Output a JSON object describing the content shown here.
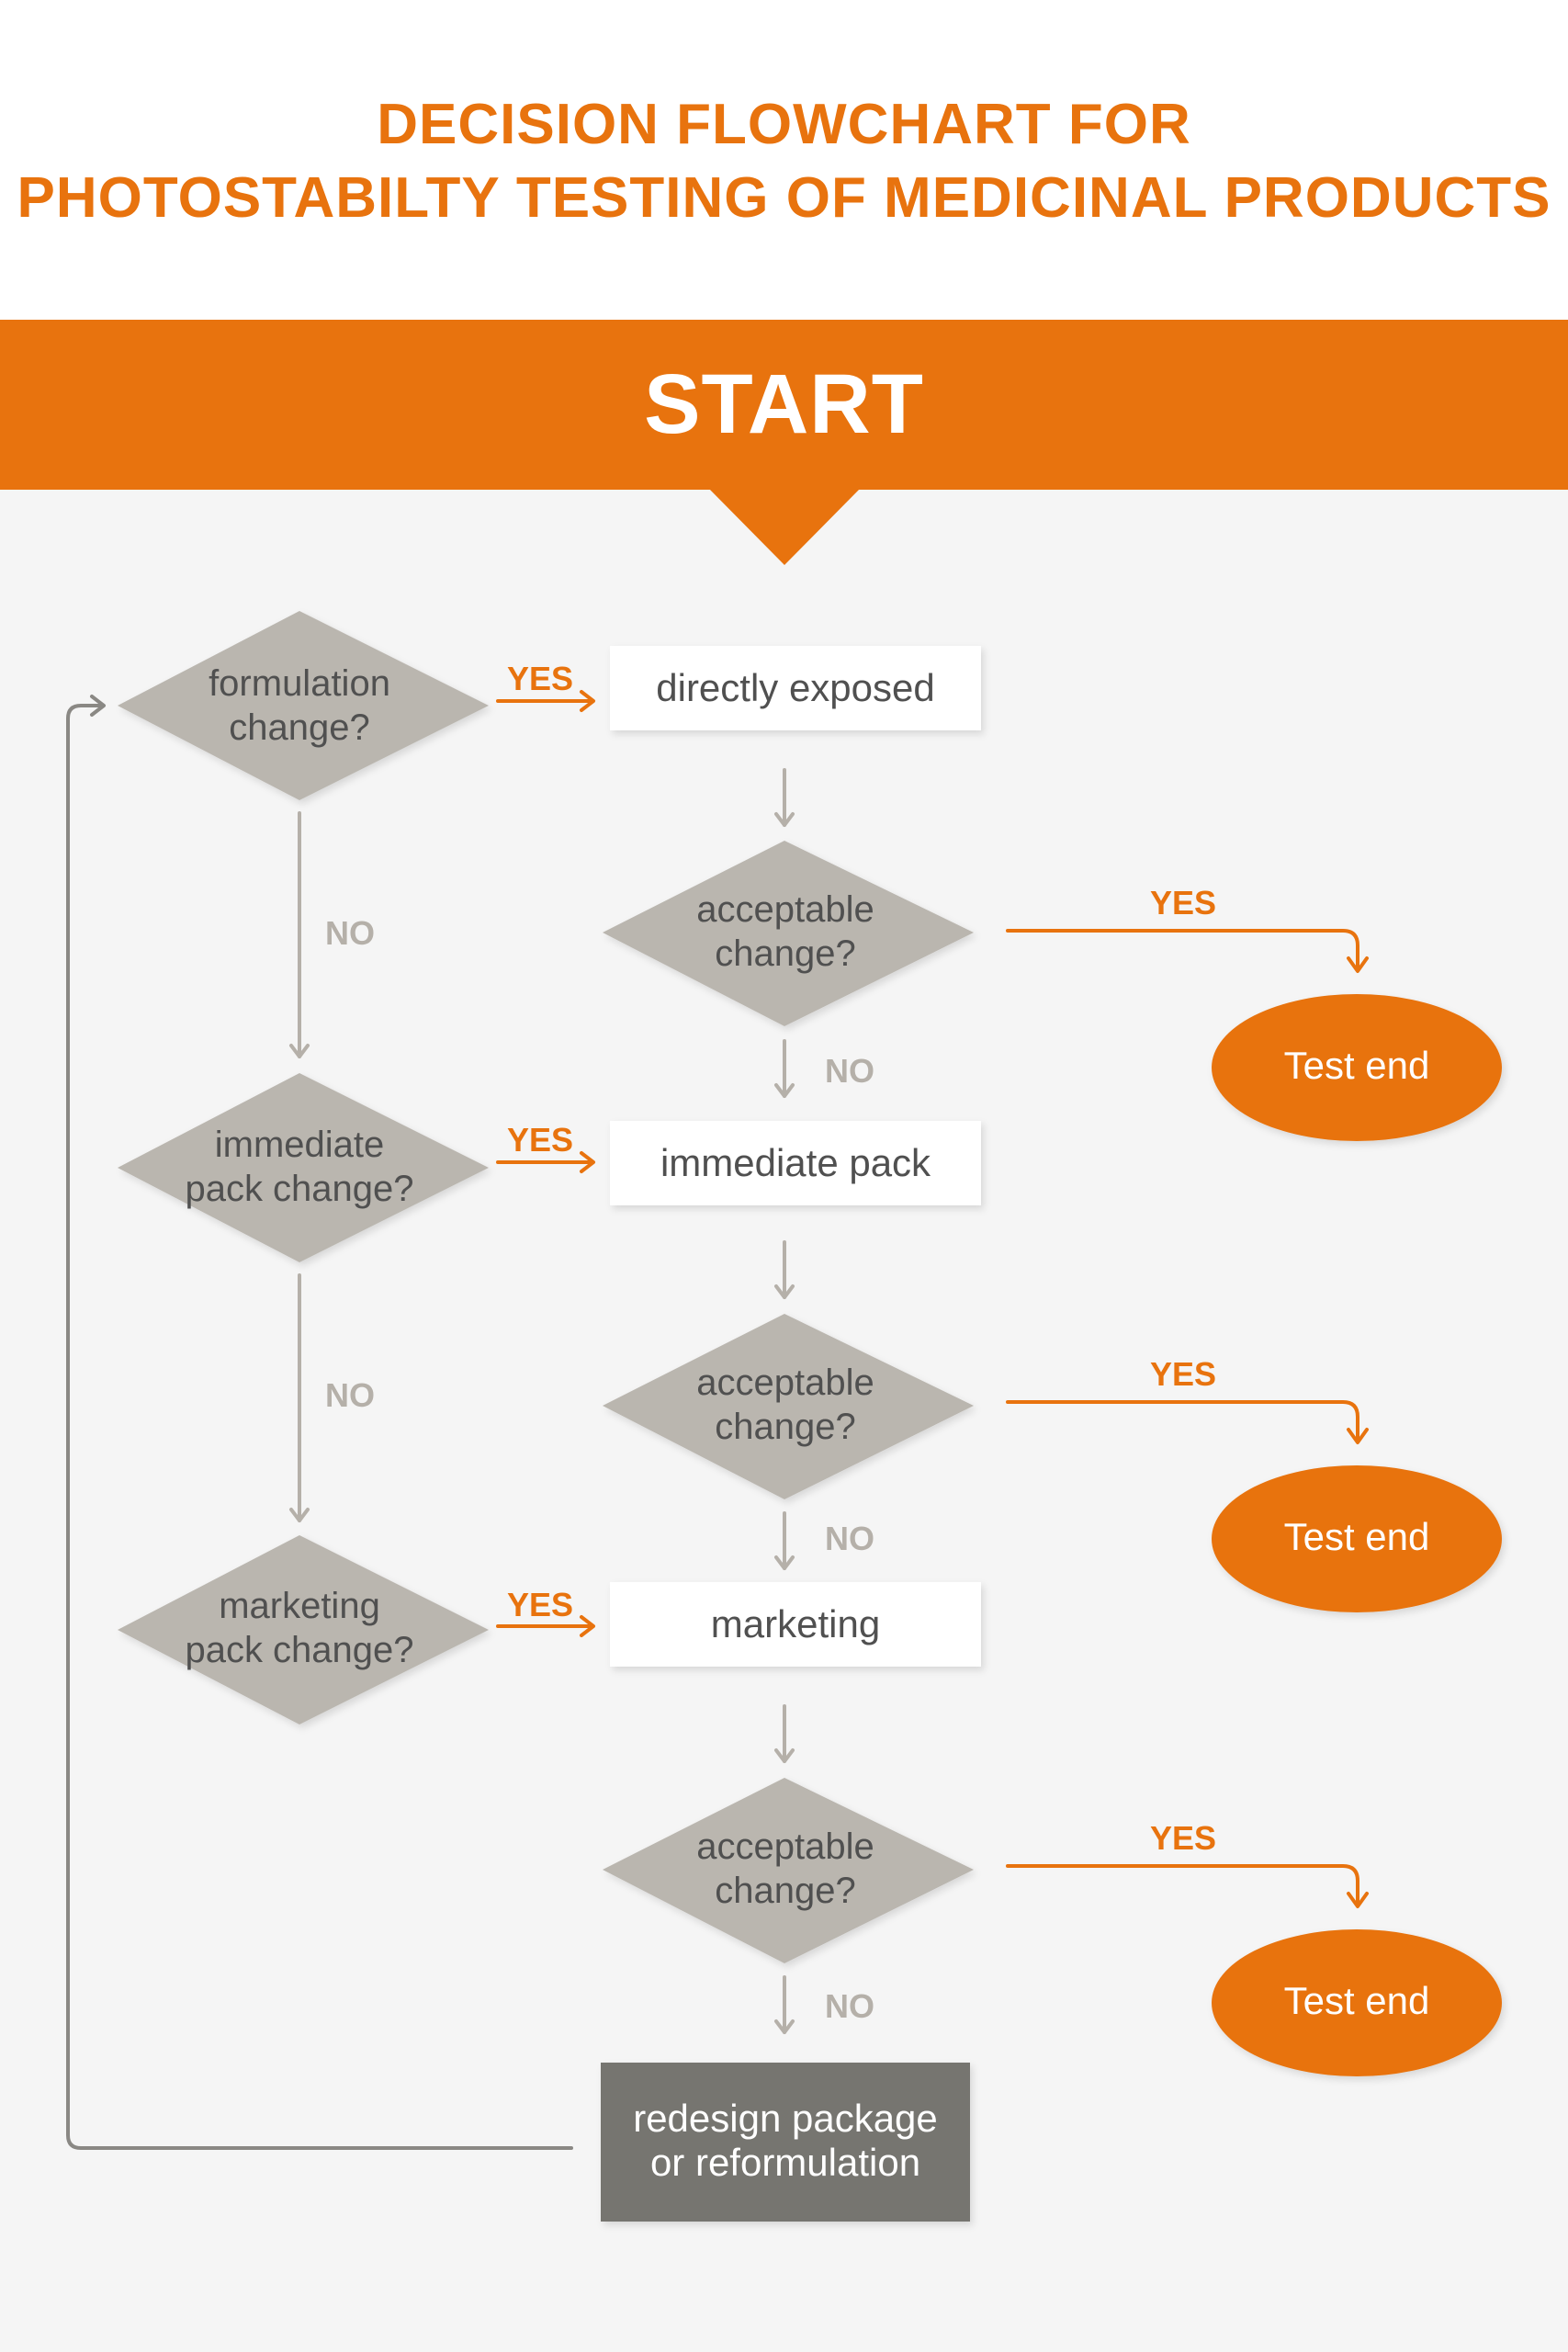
{
  "title": {
    "line1": "DECISION FLOWCHART FOR",
    "line2": "PHOTOSTABILTY TESTING OF MEDICINAL PRODUCTS"
  },
  "start": "START",
  "decisions": {
    "formulation": [
      "formulation",
      "change?"
    ],
    "immediate": [
      "immediate",
      "pack change?"
    ],
    "marketing": [
      "marketing",
      "pack change?"
    ]
  },
  "acceptable": [
    "acceptable",
    "change?"
  ],
  "boxes": {
    "directly_exposed": "directly exposed",
    "immediate_pack": "immediate pack",
    "marketing": "marketing"
  },
  "end_label": "Test end",
  "redesign": [
    "redesign package",
    "or reformulation"
  ],
  "yes": "YES",
  "no": "NO",
  "colors": {
    "orange": "#e8730e",
    "diamond_gray": "#bab6af",
    "dark_box": "#76746f",
    "connector": "#b5b0a9",
    "loop_line": "#8a8884"
  }
}
